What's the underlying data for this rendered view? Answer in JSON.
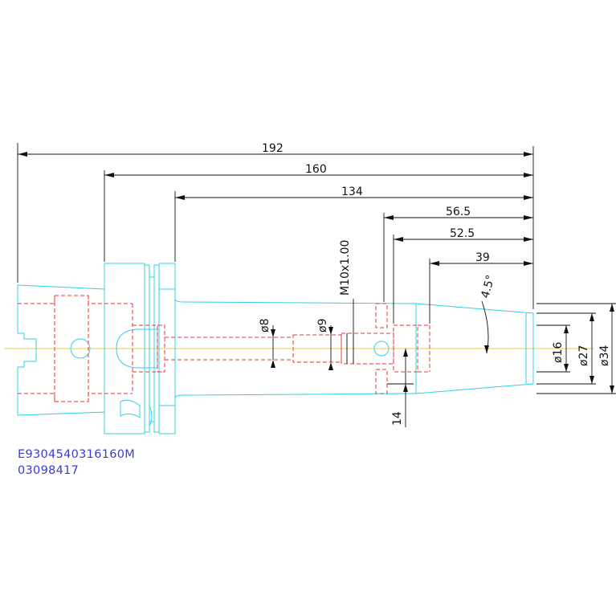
{
  "dimensions": {
    "overall_length": "192",
    "length_160": "160",
    "length_134": "134",
    "length_56_5": "56.5",
    "length_52_5": "52.5",
    "length_39": "39",
    "thread": "M10x1.00",
    "taper_angle": "4.5°",
    "bore_d8": "ø8",
    "bore_d9": "ø9",
    "bore_d16": "ø16",
    "diameter_27": "ø27",
    "diameter_34": "ø34",
    "offset_14": "14"
  },
  "part_code": "E9304540316160M",
  "part_number": "03098417",
  "colors": {
    "outline": "#33d0e6",
    "hidden_lines": "#e23b3b",
    "dimensions": "#111111",
    "centerline": "#e8d23a",
    "code_text": "#3a3ad8"
  }
}
